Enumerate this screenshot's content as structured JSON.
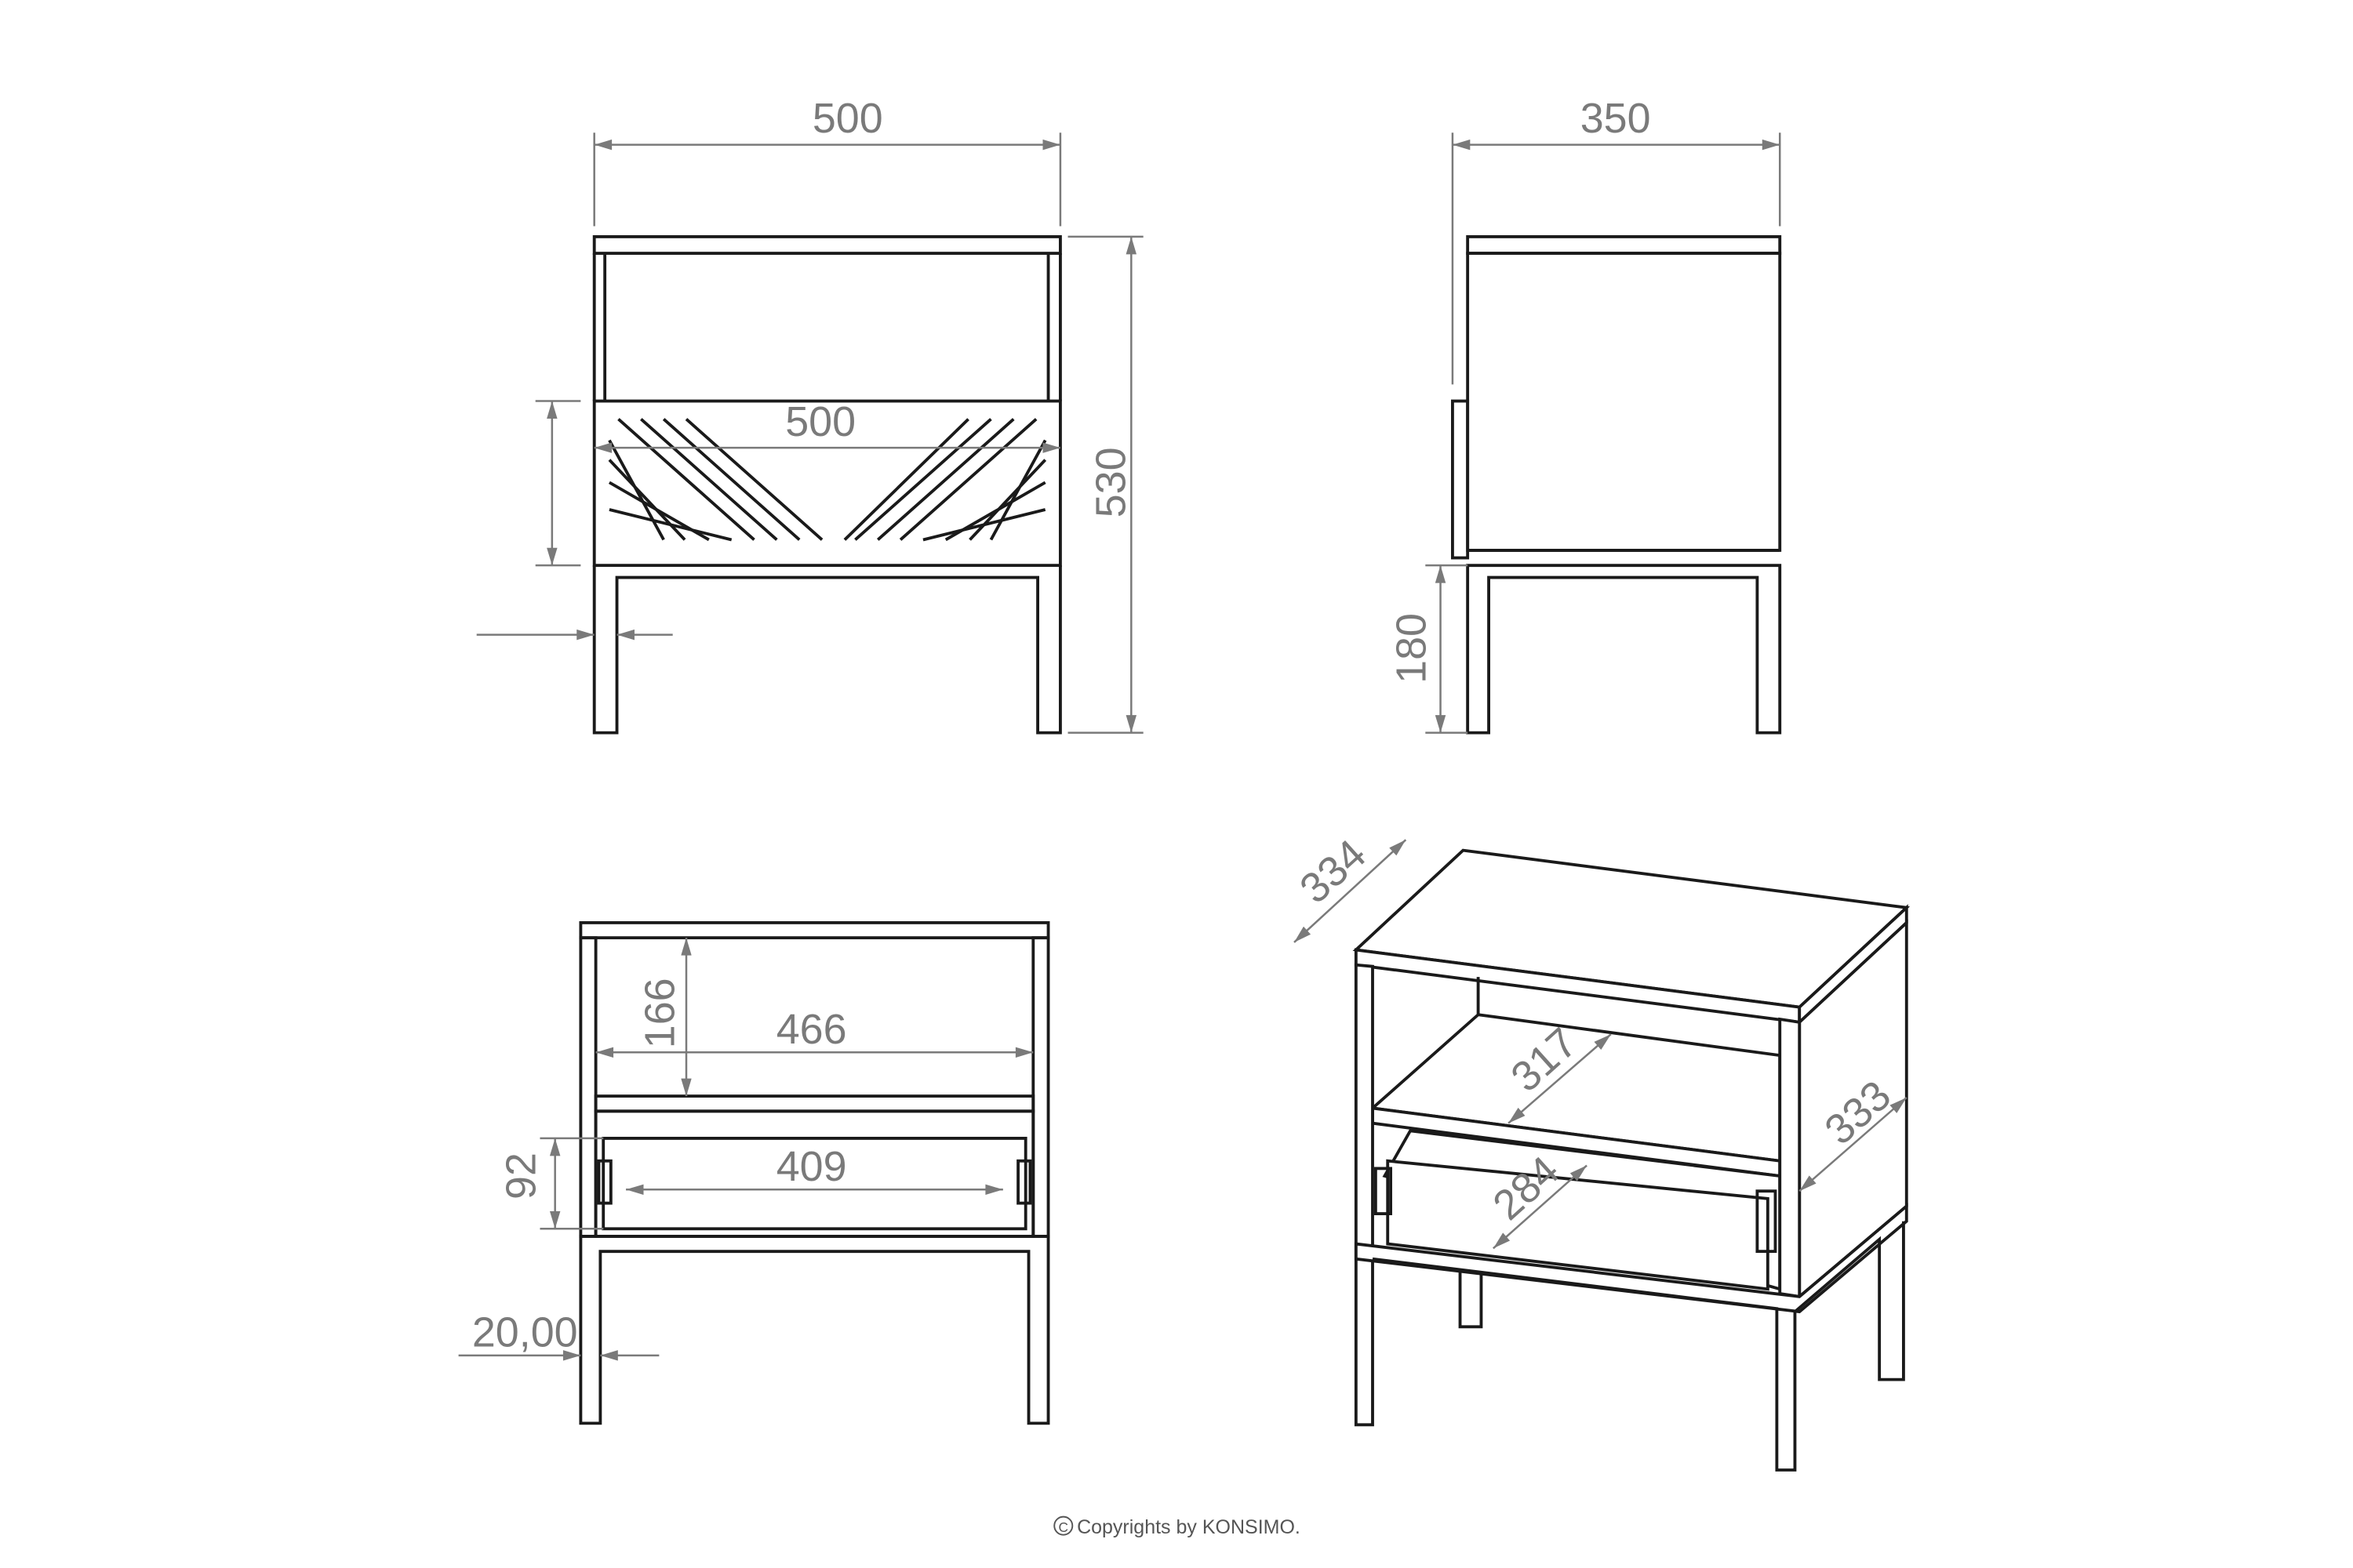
{
  "front_view": {
    "width": "500",
    "height": "530",
    "drawer_width": "500"
  },
  "side_view": {
    "depth": "350",
    "leg_height": "180"
  },
  "front_open_view": {
    "shelf_height": "166",
    "inner_width": "466",
    "drawer_inner_width": "409",
    "drawer_height": "92",
    "leg_size": "20,00"
  },
  "iso_view": {
    "top_depth": "334",
    "shelf_depth": "317",
    "drawer_depth": "284",
    "side_depth": "333"
  },
  "copyright": "Copyrights by KONSIMO.",
  "colors": {
    "line": "#1a1a1a",
    "dimension": "#7a7a7a"
  }
}
